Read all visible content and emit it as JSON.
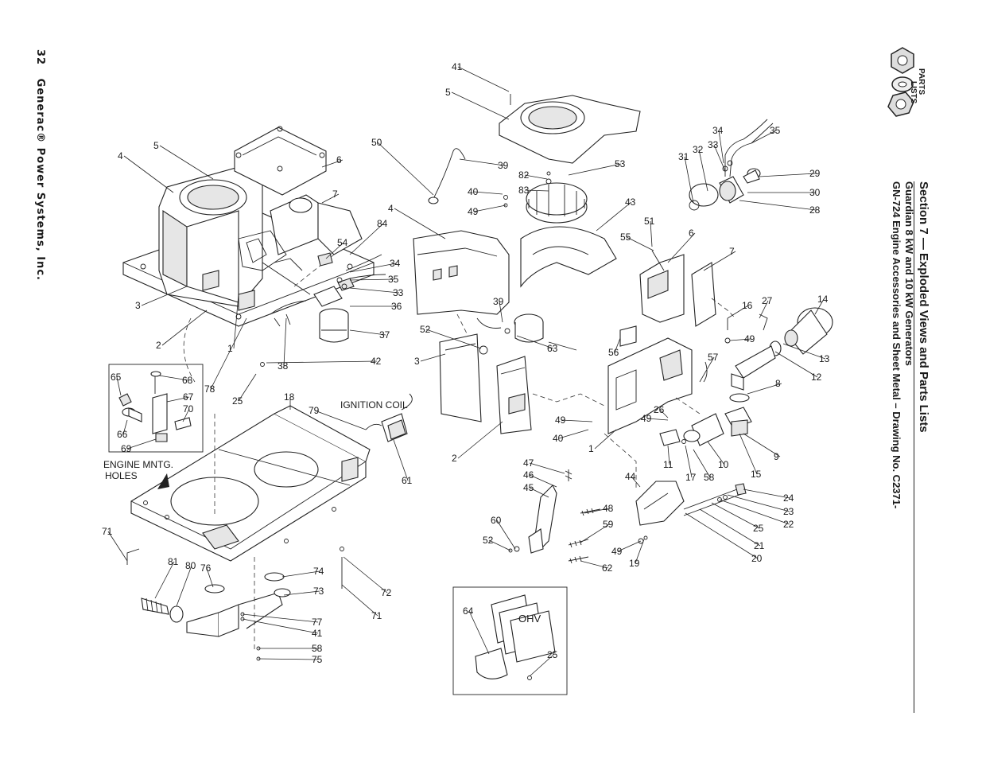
{
  "page_footer": {
    "page_number": "32",
    "company": "Generac® Power Systems, Inc."
  },
  "header": {
    "section_title": "Section 7 — Exploded Views and Parts Lists",
    "subtitle": "Guardian 8 kW and 10 kW Generators",
    "drawing_title": "GN-724 Engine Accessories and Sheet Metal – Drawing No. C2371-"
  },
  "badge": {
    "line1": "PARTS",
    "line2": "LISTS"
  },
  "labels": {
    "ignition_coil": "IGNITION COIL",
    "engine_mntg_1": "ENGINE MNTG.",
    "engine_mntg_2": "HOLES",
    "ohv": "OHV"
  },
  "callouts": [
    {
      "n": "41"
    },
    {
      "n": "5"
    },
    {
      "n": "50"
    },
    {
      "n": "39"
    },
    {
      "n": "82"
    },
    {
      "n": "53"
    },
    {
      "n": "40"
    },
    {
      "n": "83"
    },
    {
      "n": "49"
    },
    {
      "n": "43"
    },
    {
      "n": "4"
    },
    {
      "n": "5"
    },
    {
      "n": "6"
    },
    {
      "n": "7"
    },
    {
      "n": "84"
    },
    {
      "n": "54"
    },
    {
      "n": "34"
    },
    {
      "n": "35"
    },
    {
      "n": "33"
    },
    {
      "n": "36"
    },
    {
      "n": "37"
    },
    {
      "n": "42"
    },
    {
      "n": "38"
    },
    {
      "n": "3"
    },
    {
      "n": "2"
    },
    {
      "n": "1"
    },
    {
      "n": "78"
    },
    {
      "n": "25"
    },
    {
      "n": "4"
    },
    {
      "n": "52"
    },
    {
      "n": "3"
    },
    {
      "n": "39"
    },
    {
      "n": "63"
    },
    {
      "n": "2"
    },
    {
      "n": "49"
    },
    {
      "n": "40"
    },
    {
      "n": "1"
    },
    {
      "n": "34"
    },
    {
      "n": "35"
    },
    {
      "n": "31"
    },
    {
      "n": "32"
    },
    {
      "n": "33"
    },
    {
      "n": "29"
    },
    {
      "n": "30"
    },
    {
      "n": "28"
    },
    {
      "n": "51"
    },
    {
      "n": "55"
    },
    {
      "n": "6"
    },
    {
      "n": "7"
    },
    {
      "n": "16"
    },
    {
      "n": "27"
    },
    {
      "n": "14"
    },
    {
      "n": "49"
    },
    {
      "n": "13"
    },
    {
      "n": "12"
    },
    {
      "n": "56"
    },
    {
      "n": "57"
    },
    {
      "n": "8"
    },
    {
      "n": "26"
    },
    {
      "n": "49"
    },
    {
      "n": "9"
    },
    {
      "n": "11"
    },
    {
      "n": "10"
    },
    {
      "n": "17"
    },
    {
      "n": "58"
    },
    {
      "n": "15"
    },
    {
      "n": "65"
    },
    {
      "n": "68"
    },
    {
      "n": "67"
    },
    {
      "n": "70"
    },
    {
      "n": "66"
    },
    {
      "n": "69"
    },
    {
      "n": "18"
    },
    {
      "n": "79"
    },
    {
      "n": "61"
    },
    {
      "n": "71"
    },
    {
      "n": "81"
    },
    {
      "n": "80"
    },
    {
      "n": "76"
    },
    {
      "n": "74"
    },
    {
      "n": "73"
    },
    {
      "n": "72"
    },
    {
      "n": "71"
    },
    {
      "n": "77"
    },
    {
      "n": "41"
    },
    {
      "n": "58"
    },
    {
      "n": "75"
    },
    {
      "n": "47"
    },
    {
      "n": "46"
    },
    {
      "n": "45"
    },
    {
      "n": "44"
    },
    {
      "n": "48"
    },
    {
      "n": "59"
    },
    {
      "n": "60"
    },
    {
      "n": "52"
    },
    {
      "n": "62"
    },
    {
      "n": "49"
    },
    {
      "n": "19"
    },
    {
      "n": "24"
    },
    {
      "n": "23"
    },
    {
      "n": "22"
    },
    {
      "n": "25"
    },
    {
      "n": "21"
    },
    {
      "n": "20"
    },
    {
      "n": "64"
    },
    {
      "n": "25"
    }
  ]
}
